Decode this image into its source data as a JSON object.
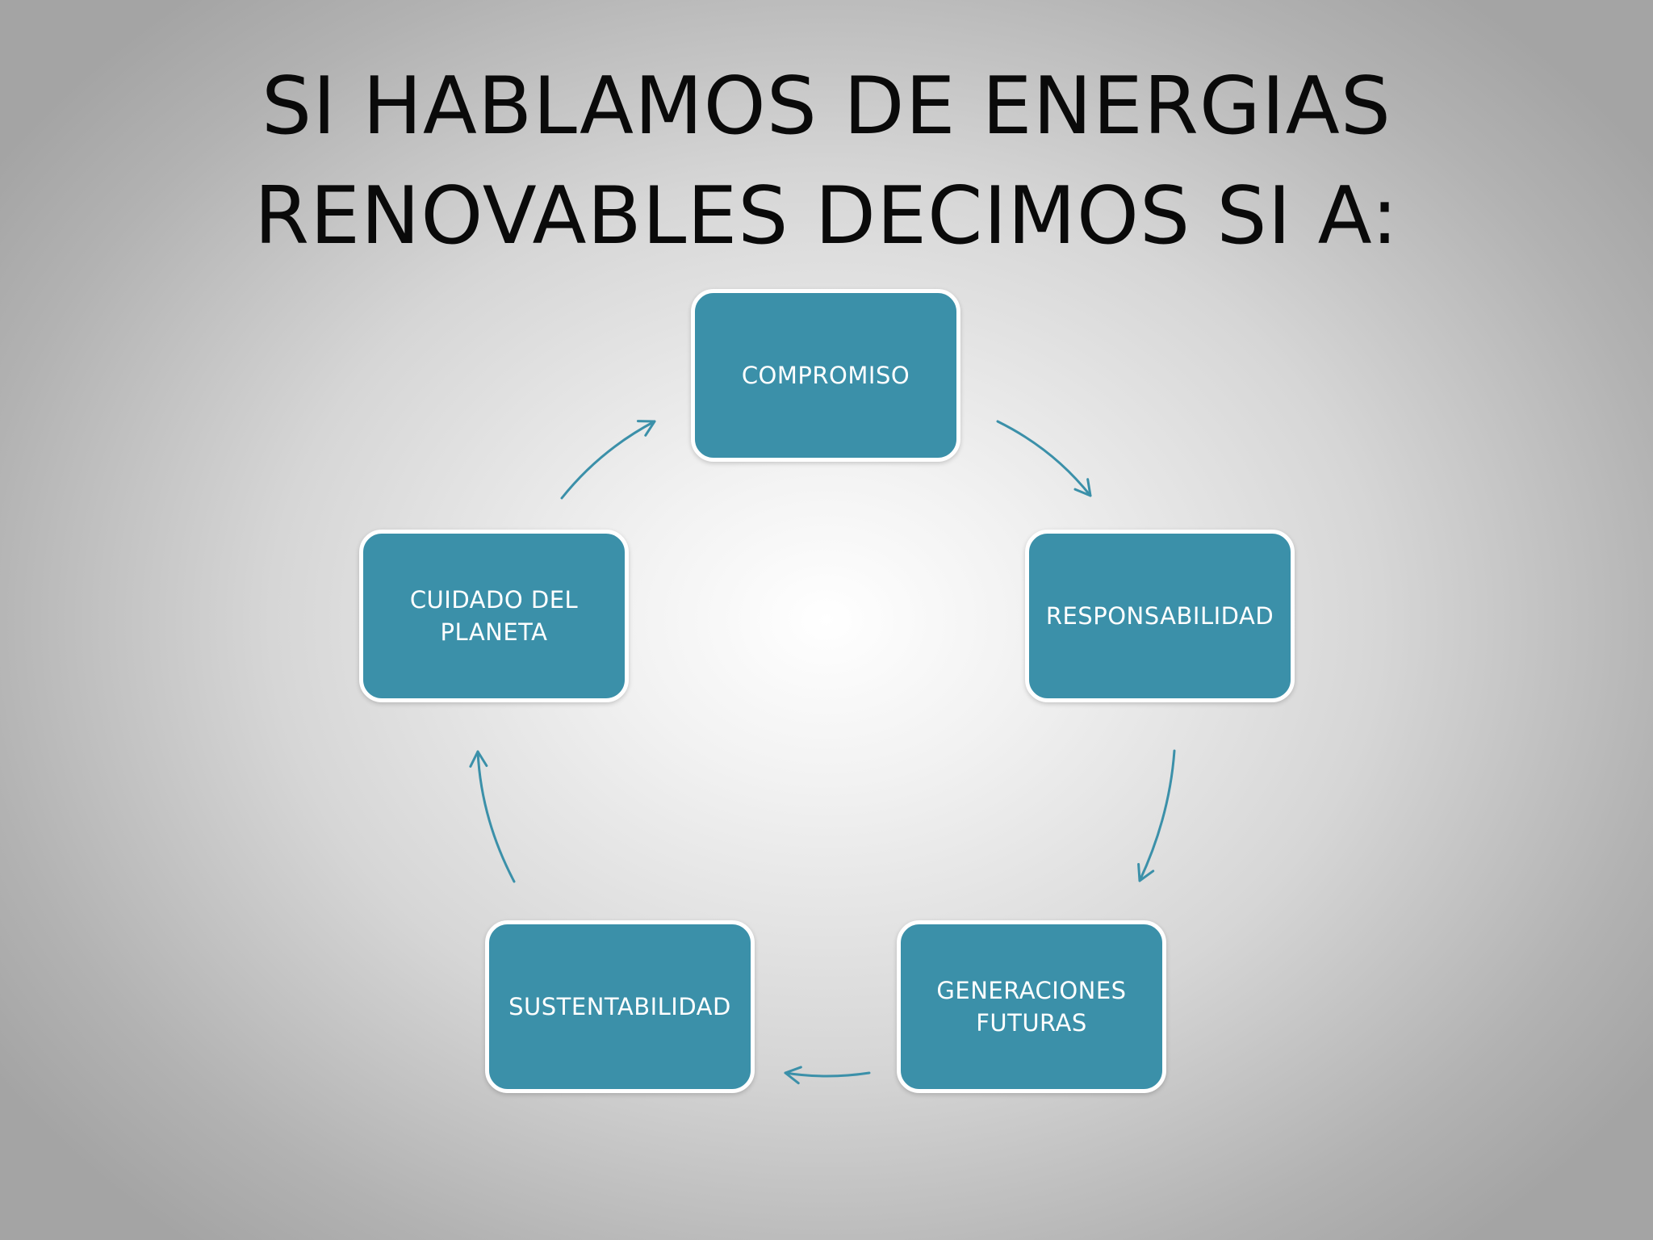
{
  "title": {
    "line1": "SI HABLAMOS DE ENERGIAS",
    "line2": "RENOVABLES DECIMOS SI A:"
  },
  "cycle": {
    "nodes": [
      {
        "id": "compromiso",
        "lines": [
          "COMPROMISO"
        ]
      },
      {
        "id": "responsabilidad",
        "lines": [
          "RESPONSABILIDAD"
        ]
      },
      {
        "id": "generaciones-futuras",
        "lines": [
          "GENERACIONES",
          "FUTURAS"
        ]
      },
      {
        "id": "sustentabilidad",
        "lines": [
          "SUSTENTABILIDAD"
        ]
      },
      {
        "id": "cuidado-del-planeta",
        "lines": [
          "CUIDADO DEL",
          "PLANETA"
        ]
      }
    ],
    "direction": "clockwise",
    "colors": {
      "node_fill": "#3b90a9",
      "node_border": "#ffffff",
      "node_text": "#ffffff",
      "arrow": "#3b90a9",
      "title_text": "#0a0a0a"
    }
  }
}
